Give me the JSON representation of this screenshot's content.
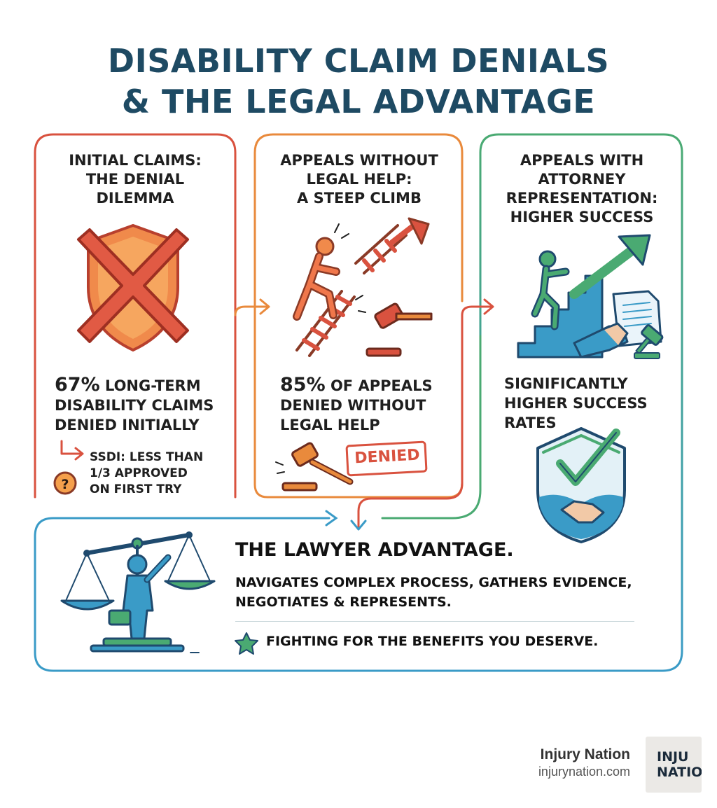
{
  "title": {
    "line1": "DISABILITY CLAIM DENIALS",
    "line2": "& THE LEGAL ADVANTAGE"
  },
  "columns": [
    {
      "title_lines": [
        "INITIAL CLAIMS:",
        "THE DENIAL",
        "DILEMMA"
      ],
      "stat_big": "67%",
      "stat_lines": [
        " LONG-TERM",
        "DISABILITY CLAIMS",
        "DENIED INITIALLY"
      ],
      "note_lines": [
        "SSDI: LESS THAN",
        "1/3 APPROVED",
        "ON FIRST TRY"
      ],
      "color": "#d9523f",
      "icon": "shield-x-icon"
    },
    {
      "title_lines": [
        "APPEALS WITHOUT",
        "LEGAL HELP:",
        "A STEEP CLIMB"
      ],
      "stat_big": "85%",
      "stat_lines": [
        " OF APPEALS",
        "DENIED WITHOUT",
        "LEGAL HELP"
      ],
      "stamp": "DENIED",
      "color": "#e98a3c",
      "icon": "broken-ladder-icon"
    },
    {
      "title_lines": [
        "APPEALS WITH",
        "ATTORNEY",
        "REPRESENTATION:",
        "HIGHER SUCCESS"
      ],
      "stat_lines": [
        "SIGNIFICANTLY",
        "HIGHER SUCCESS",
        "RATES"
      ],
      "color": "#4aaa72",
      "icon": "stairs-arrow-icon"
    }
  ],
  "advantage": {
    "heading": "THE LAWYER ADVANTAGE.",
    "desc_lines": [
      "NAVIGATES COMPLEX PROCESS, GATHERS EVIDENCE,",
      "NEGOTIATES & REPRESENTS."
    ],
    "tagline": "FIGHTING FOR THE BENEFITS YOU DESERVE.",
    "color": "#3a9bc7"
  },
  "brand": {
    "name": "Injury Nation",
    "url": "injurynation.com",
    "logo_line1": "INJU",
    "logo_line2": "NATIO"
  },
  "colors": {
    "title": "#1e4a63",
    "red": "#d9523f",
    "orange": "#e98a3c",
    "green": "#4aaa72",
    "blue": "#3a9bc7",
    "navy": "#1f4a6e"
  }
}
